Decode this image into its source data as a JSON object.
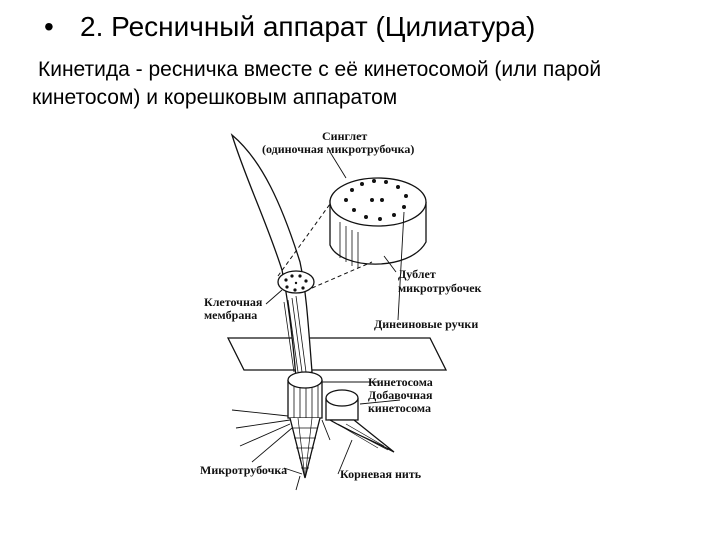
{
  "slide": {
    "bullet": "•",
    "title": "2. Ресничный аппарат (Цилиатура)",
    "subtitle_line1": "Кинетида - ресничка вместе с её кинетосомой (или парой",
    "subtitle_line2": "кинетосом) и корешковым аппаратом"
  },
  "diagram": {
    "labels": {
      "singlet_1": "Синглет",
      "singlet_2": "(одиночная микротрубочка)",
      "cell_membrane_1": "Клеточная",
      "cell_membrane_2": "мембрана",
      "doublet_1": "Дублет",
      "doublet_2": "микротрубочек",
      "dynein": "Динеиновые ручки",
      "kinetosome": "Кинетосома",
      "accessory_1": "Добавочная",
      "accessory_2": "кинетосома",
      "microtubule": "Микротрубочка",
      "root_fiber": "Корневая нить"
    }
  }
}
